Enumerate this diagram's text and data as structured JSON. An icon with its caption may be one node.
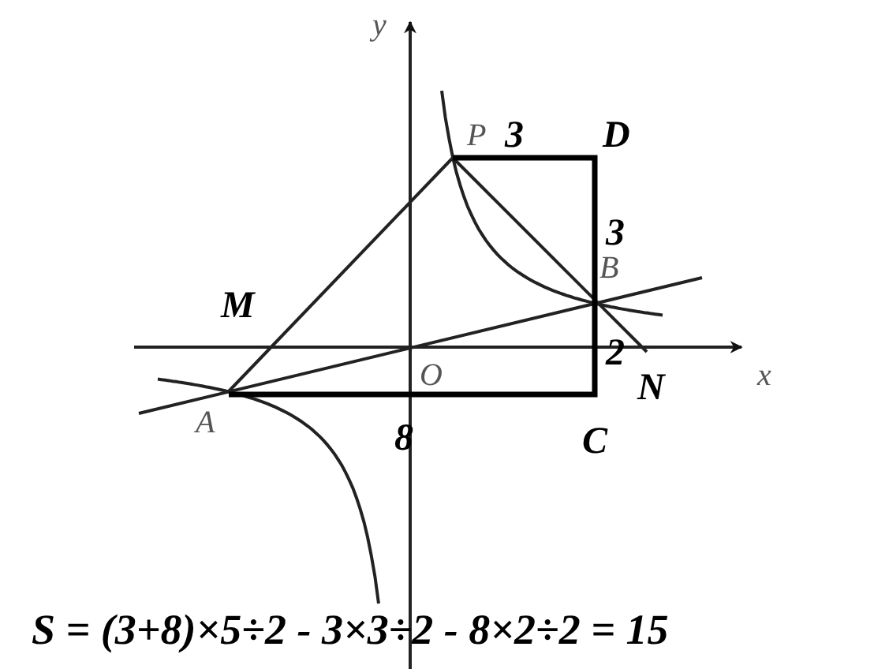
{
  "diagram": {
    "labels": [
      "y",
      "P",
      "3",
      "D",
      "3",
      "B",
      "M",
      "2",
      "O",
      "x",
      "N",
      "A",
      "8",
      "C",
      "S = (3+8)×5÷2 - 3×3÷2 - 8×2÷2 = 15"
    ]
  }
}
